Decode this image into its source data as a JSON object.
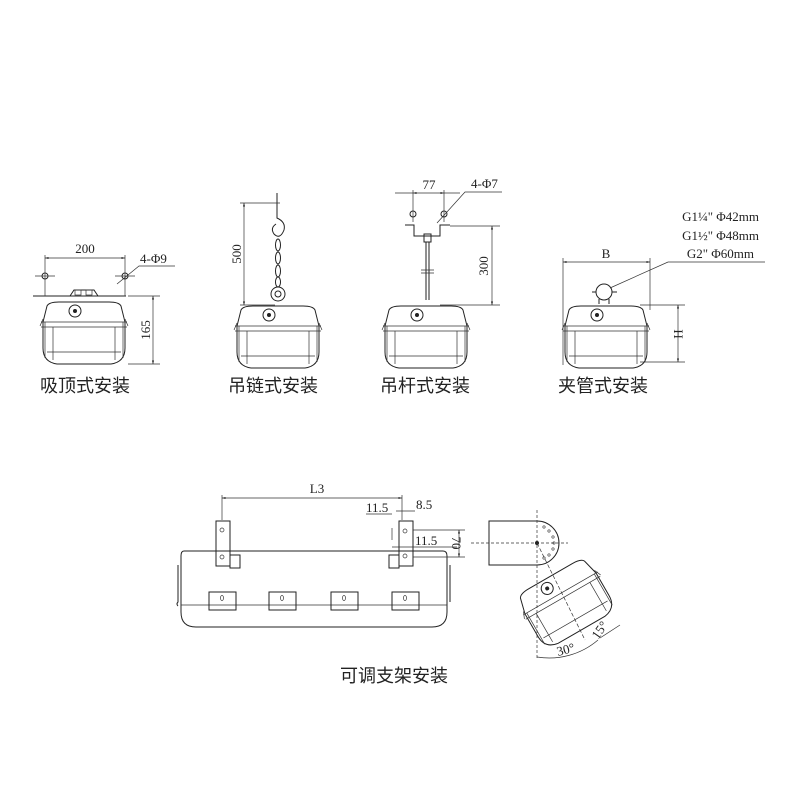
{
  "captions": {
    "ceiling": "吸顶式安装",
    "chain": "吊链式安装",
    "rod": "吊杆式安装",
    "pipe_clamp": "夹管式安装",
    "adjustable_bracket": "可调支架安装"
  },
  "ceiling": {
    "spacing": "200",
    "holes": "4-Φ9",
    "height": "165"
  },
  "chain": {
    "length": "500"
  },
  "rod": {
    "spacing": "77",
    "holes": "4-Φ7",
    "length": "300"
  },
  "pipe_clamp": {
    "width": "B",
    "height": "H",
    "pipe_sizes": [
      "G1¼\" Φ42mm",
      "G1½\" Φ48mm",
      "G2\" Φ60mm"
    ]
  },
  "bracket": {
    "length": "L3",
    "dim_a": "11.5",
    "dim_b": "8.5",
    "dim_c": "11.5",
    "dim_d": "70",
    "angle_a": "30°",
    "angle_b": "15°"
  }
}
